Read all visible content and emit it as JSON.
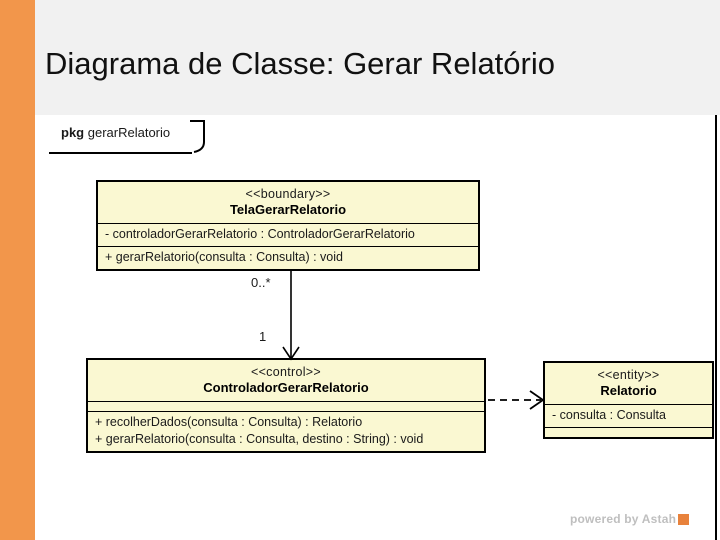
{
  "slide": {
    "title": "Diagrama de Classe: Gerar Relatório",
    "accent_color": "#F2964B",
    "header_background": "#F1F1F1",
    "canvas_background": "#FFFFFF"
  },
  "diagram": {
    "package": {
      "keyword": "pkg",
      "name": "gerarRelatorio"
    },
    "class_fill_color": "#FAF8D2",
    "class_border_color": "#000000",
    "classes": [
      {
        "id": "tela",
        "stereotype": "<<boundary>>",
        "name": "TelaGerarRelatorio",
        "attributes": [
          "- controladorGerarRelatorio : ControladorGerarRelatorio"
        ],
        "operations": [
          "+ gerarRelatorio(consulta : Consulta) : void"
        ]
      },
      {
        "id": "controlador",
        "stereotype": "<<control>>",
        "name": "ControladorGerarRelatorio",
        "attributes": [],
        "operations": [
          "+ recolherDados(consulta : Consulta) : Relatorio",
          "+ gerarRelatorio(consulta : Consulta, destino : String) : void"
        ]
      },
      {
        "id": "relatorio",
        "stereotype": "<<entity>>",
        "name": "Relatorio",
        "attributes": [
          "- consulta : Consulta"
        ],
        "operations": []
      }
    ],
    "connectors": [
      {
        "id": "assoc-tela-controlador",
        "type": "association",
        "style": "solid",
        "arrowhead": "open",
        "from": "tela",
        "to": "controlador",
        "source_multiplicity": "0..*",
        "target_multiplicity": "1"
      },
      {
        "id": "dep-controlador-relatorio",
        "type": "dependency",
        "style": "dashed",
        "arrowhead": "open",
        "from": "controlador",
        "to": "relatorio",
        "source_multiplicity": "",
        "target_multiplicity": ""
      }
    ]
  },
  "footer": {
    "watermark_text": "powered by Astah",
    "watermark_logo_color": "#E8823C"
  }
}
